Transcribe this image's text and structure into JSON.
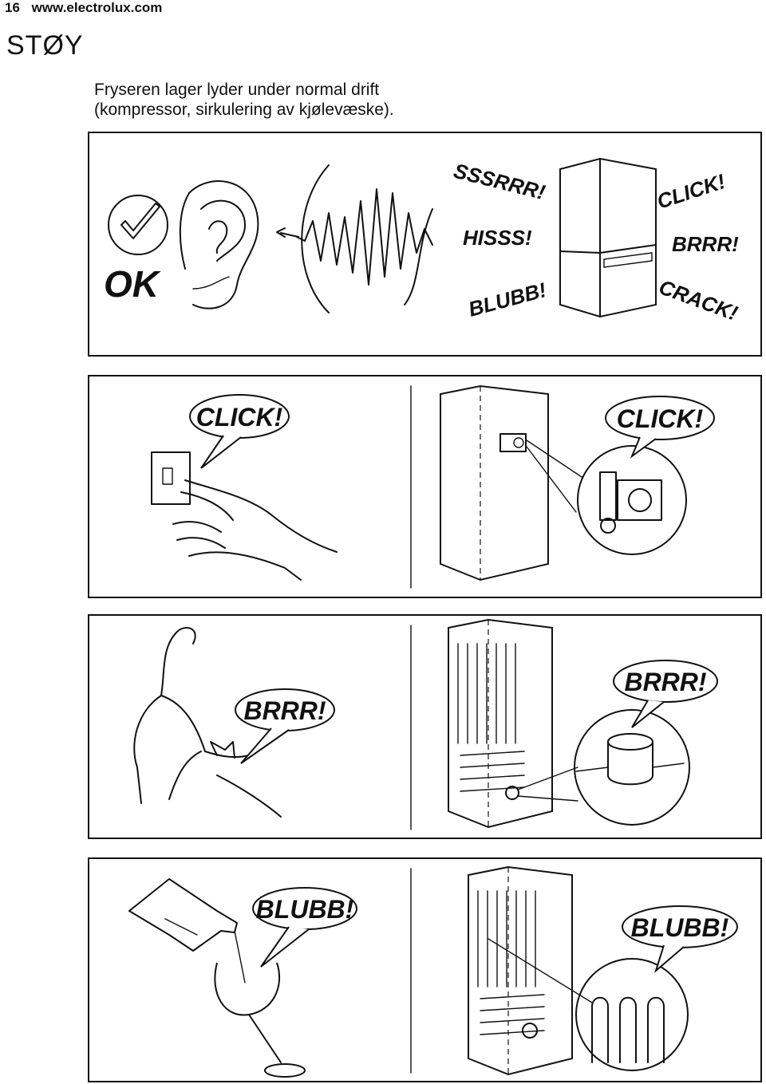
{
  "header": {
    "page_number": "16",
    "website": "www.electrolux.com"
  },
  "section": {
    "title": "STØY"
  },
  "intro": {
    "line1": "Fryseren lager lyder under normal drift",
    "line2": "(kompressor, sirkulering av kjølevæske)."
  },
  "panel1": {
    "ok_label": "OK",
    "sounds": [
      "SSSRRR!",
      "HISSS!",
      "BLUBB!",
      "CLICK!",
      "BRRR!",
      "CRACK!"
    ]
  },
  "panel2": {
    "left_bubble": "CLICK!",
    "right_bubble": "CLICK!"
  },
  "panel3": {
    "left_bubble": "BRRR!",
    "right_bubble": "BRRR!"
  },
  "panel4": {
    "left_bubble": "BLUBB!",
    "right_bubble": "BLUBB!"
  },
  "icons": [
    "checkmark-icon",
    "ear-icon",
    "sound-wave-icon",
    "fridge-icon",
    "light-switch-icon",
    "hand-icon",
    "thermostat-icon",
    "cat-icon",
    "compressor-icon",
    "wine-bottle-icon",
    "wine-glass-icon",
    "condenser-coil-icon"
  ]
}
